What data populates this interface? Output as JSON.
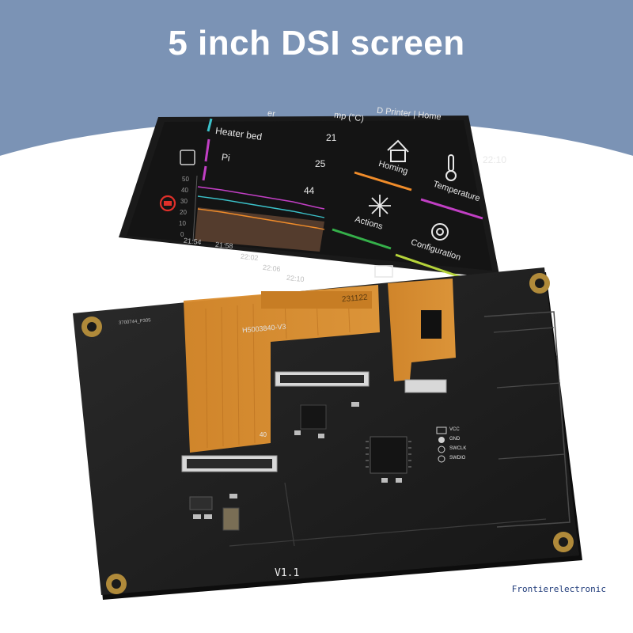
{
  "banner": {
    "title": "5 inch DSI screen",
    "background": "#7b93b5"
  },
  "screen": {
    "header": {
      "col_heater": "er",
      "col_temp": "mp (°C)",
      "title": "D Printer | Home",
      "time": "22:10"
    },
    "temps": [
      {
        "name": "Heater bed",
        "value": "21"
      },
      {
        "name": "Pi",
        "value": "25"
      },
      {
        "name": "",
        "value": "44"
      }
    ],
    "graph": {
      "y_ticks": [
        "50",
        "40",
        "30",
        "20",
        "10",
        "0"
      ],
      "x_ticks": [
        "21:54",
        "21:58",
        "22:02",
        "22:06",
        "22:10"
      ]
    },
    "menu": [
      {
        "label": "Homing",
        "icon": "house-icon",
        "bar_color": "#f08c2a"
      },
      {
        "label": "Temperature",
        "icon": "thermometer-icon",
        "bar_color": "#c13fc4"
      },
      {
        "label": "Actions",
        "icon": "arrows-icon",
        "bar_color": "#35b04a"
      },
      {
        "label": "Configuration",
        "icon": "gear-icon",
        "bar_color": "#b5d33a"
      }
    ]
  },
  "board": {
    "fpc_label": "H5003840-V3",
    "fpc_code": "231122",
    "corner_label": "3700744_P305",
    "connector_pin": "40",
    "pins": [
      "VCC",
      "GND",
      "SWCLK",
      "SWDIO"
    ],
    "version": "V1.1"
  },
  "watermark": "Frontierelectronic"
}
